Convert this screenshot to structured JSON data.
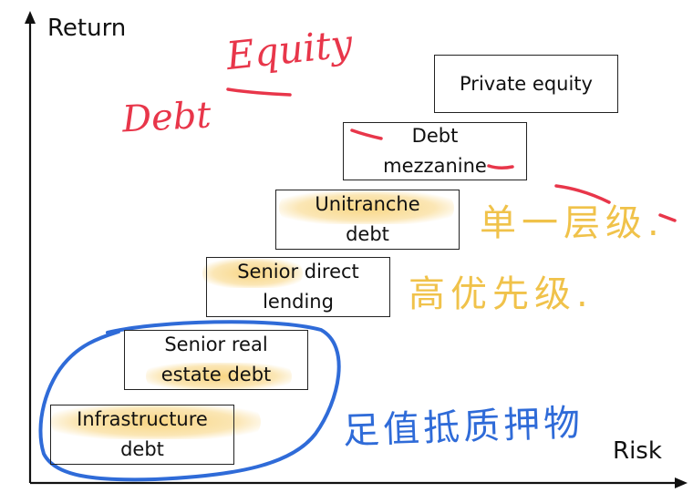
{
  "axes": {
    "y_label": "Return",
    "x_label": "Risk"
  },
  "boxes": [
    {
      "id": "private-equity",
      "line1": "Private equity",
      "line2": ""
    },
    {
      "id": "debt-mezzanine",
      "line1": "Debt",
      "line2": "mezzanine"
    },
    {
      "id": "unitranche-debt",
      "line1": "Unitranche",
      "line2": "debt"
    },
    {
      "id": "senior-direct-lending",
      "line1": "Senior direct",
      "line2": "lending"
    },
    {
      "id": "senior-real-estate-debt",
      "line1": "Senior real",
      "line2": "estate debt"
    },
    {
      "id": "infrastructure-debt",
      "line1": "Infrastructure",
      "line2": "debt"
    }
  ],
  "annotations": {
    "equity": "Equity",
    "debt": "Debt",
    "unitranche_note": "单一层级.",
    "senior_note": "高优先级.",
    "collateral_note": "足值抵质押物"
  },
  "colors": {
    "red_ink": "#e8364a",
    "yellow_ink": "#f0c24a",
    "blue_ink": "#2f6bd8",
    "highlight": "#f6c85a"
  }
}
